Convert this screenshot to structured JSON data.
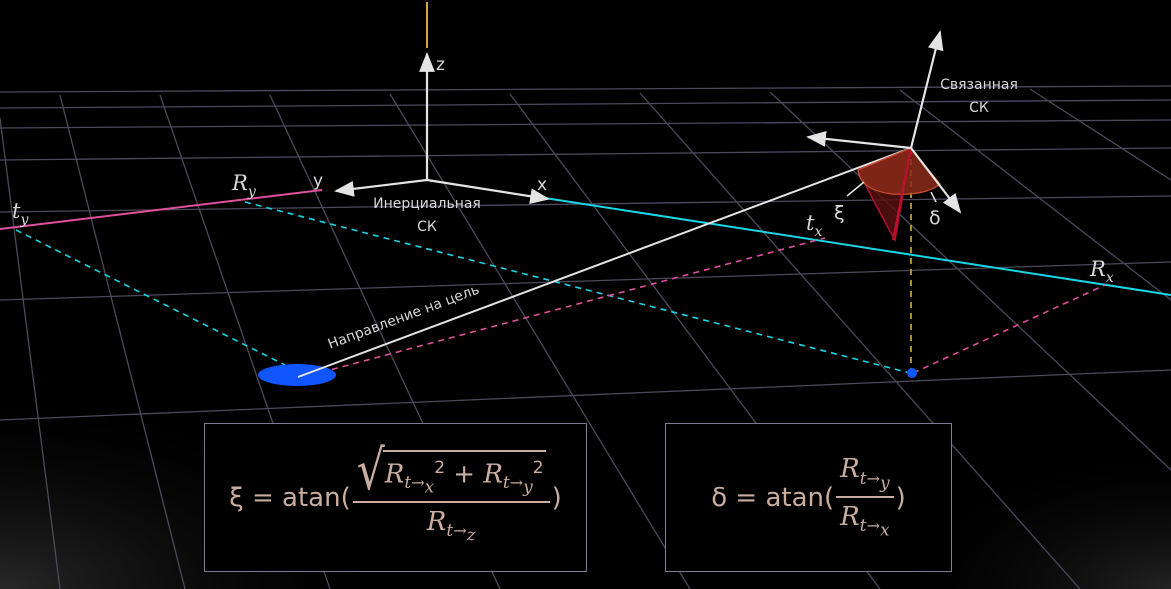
{
  "labels": {
    "axis_z": "z",
    "axis_y": "y",
    "axis_x": "x",
    "inertial_cs_line1": "Инерциальная",
    "inertial_cs_line2": "СК",
    "body_cs_line1": "Связанная",
    "body_cs_line2": "СК",
    "target_direction": "Направление на цель",
    "ty": "t",
    "ty_sub": "y",
    "Ry": "R",
    "Ry_sub": "y",
    "tx": "t",
    "tx_sub": "x",
    "Rx": "R",
    "Rx_sub": "x",
    "xi": "ξ",
    "delta": "δ"
  },
  "formulas": {
    "xi_lhs": "ξ = atan(",
    "delta_lhs": "δ = atan(",
    "close_paren": ")",
    "R": "R",
    "t": "t",
    "sub_x": "x",
    "sub_y": "y",
    "sub_z": "z",
    "squared": "2",
    "plus": " + ",
    "vec_arrow": "→"
  },
  "colors": {
    "grid": "#4a4a5a",
    "axis_white": "#e4e4e4",
    "axis_x_cyan": "#19d6e6",
    "axis_y_pink": "#e0509c",
    "dashed_cyan": "#19d6e6",
    "dashed_pink": "#e0509c",
    "target": "#1155ff",
    "dashed_yellow": "#d8b030",
    "sector_fill": "#8a2a1a",
    "formula_text": "#c9ada0",
    "box_border": "#7c7c98"
  }
}
